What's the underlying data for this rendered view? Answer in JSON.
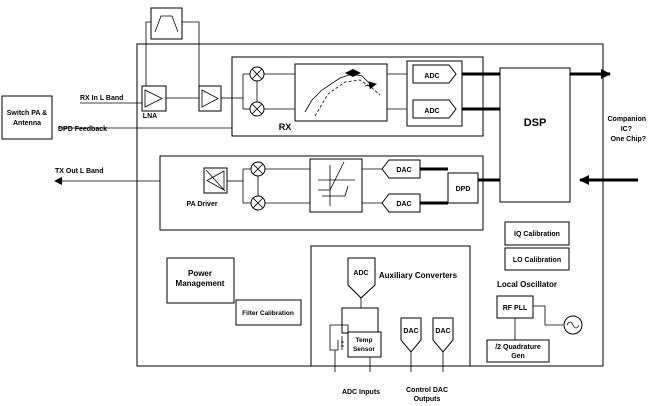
{
  "labels": {
    "switch_pa": [
      "Switch PA &",
      "Antenna"
    ],
    "rx_in": "RX In L Band",
    "dpd_feedback": "DPD Feedback",
    "tx_out": "TX Out L Band",
    "lna": "LNA",
    "rx": "RX",
    "adc": "ADC",
    "dac": "DAC",
    "dsp": "DSP",
    "dpd": "DPD",
    "pa_driver": "PA Driver",
    "companion": [
      "Companion",
      "IC?",
      "One Chip?"
    ],
    "power_management": [
      "Power",
      "Management"
    ],
    "filter_calibration": "Filter Calibration",
    "aux_converters": "Auxiliary Converters",
    "temp_sensor": [
      "Temp",
      "Sensor"
    ],
    "iq_calibration": "IQ Calibration",
    "lo_calibration": "LO Calibration",
    "local_oscillator": "Local Oscillator",
    "rf_pll": "RF PLL",
    "quadrature_gen": [
      "/2 Quadrature",
      "Gen"
    ],
    "adc_inputs": "ADC Inputs",
    "control_dac_outputs": [
      "Control DAC",
      "Outputs"
    ]
  }
}
